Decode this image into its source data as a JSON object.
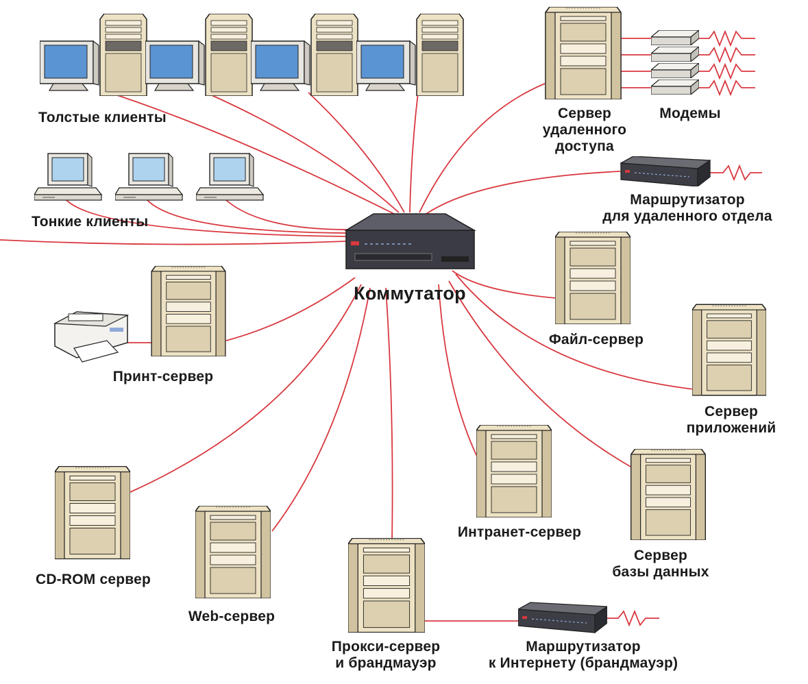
{
  "labels": {
    "thick_clients": "Толстые клиенты",
    "thin_clients": "Тонкие клиенты",
    "remote_access_server": [
      "Сервер",
      "удаленного",
      "доступа"
    ],
    "modems": "Модемы",
    "remote_office_router": [
      "Маршрутизатор",
      "для удаленного отдела"
    ],
    "switch": "Коммутатор",
    "file_server": "Файл-сервер",
    "print_server": "Принт-сервер",
    "application_server": [
      "Сервер",
      "приложений"
    ],
    "database_server": [
      "Сервер",
      "базы данных"
    ],
    "intranet_server": "Интранет-сервер",
    "cdrom_server": "CD-ROM сервер",
    "web_server": "Web-сервер",
    "proxy_firewall": [
      "Прокси-сервер",
      "и брандмауэр"
    ],
    "internet_router": [
      "Маршрутизатор",
      "к Интернету (брандмауэр)"
    ]
  },
  "colors": {
    "wire": "#d9383f",
    "cabinet": "#ede2c4",
    "cabinet_dark": "#d2c3a0",
    "screen": "#5b94d3",
    "device": "#4a4a52"
  }
}
